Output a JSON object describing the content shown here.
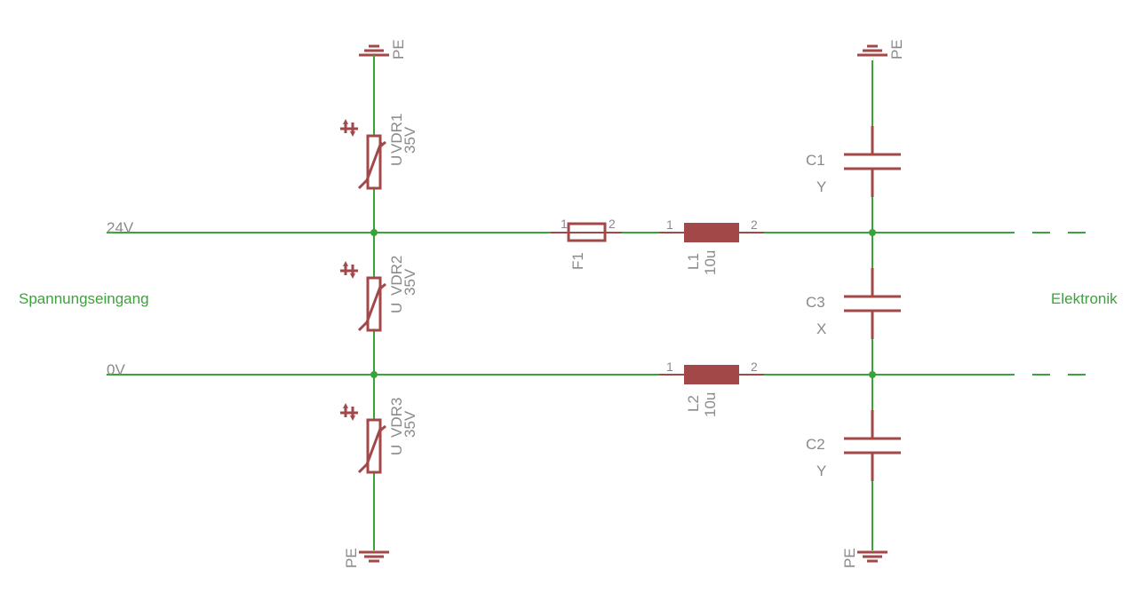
{
  "nets": {
    "supply": "24V",
    "ground": "0V"
  },
  "sections": {
    "input": "Spannungseingang",
    "output": "Elektronik"
  },
  "ground_symbol": "PE",
  "varistors": [
    {
      "name": "VDR1",
      "value": "35V",
      "mark": "U"
    },
    {
      "name": "VDR2",
      "value": "35V",
      "mark": "U"
    },
    {
      "name": "VDR3",
      "value": "35V",
      "mark": "U"
    }
  ],
  "fuse": {
    "name": "F1",
    "pin1": "1",
    "pin2": "2"
  },
  "inductors": [
    {
      "name": "L1",
      "value": "10u",
      "pin1": "1",
      "pin2": "2"
    },
    {
      "name": "L2",
      "value": "10u",
      "pin1": "1",
      "pin2": "2"
    }
  ],
  "capacitors": [
    {
      "name": "C1",
      "value": "Y"
    },
    {
      "name": "C3",
      "value": "X"
    },
    {
      "name": "C2",
      "value": "Y"
    }
  ],
  "colors": {
    "wire": "#39a339",
    "component": "#a34848",
    "label": "#8a8a8a",
    "net_label": "#3aa33a"
  }
}
